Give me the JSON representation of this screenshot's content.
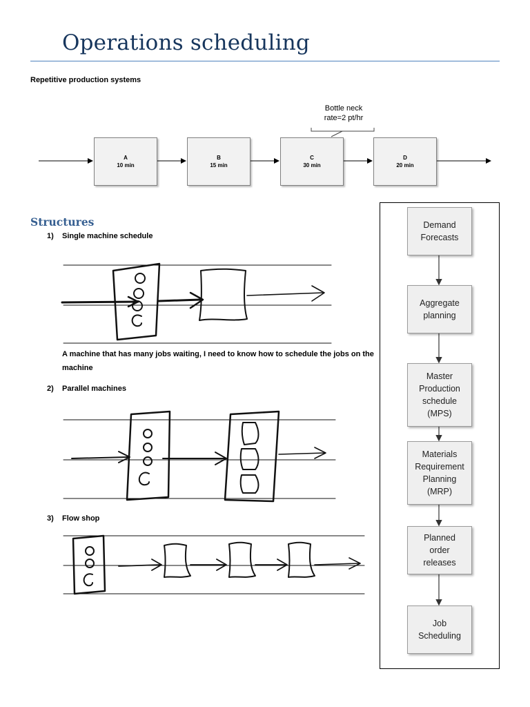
{
  "title": "Operations scheduling",
  "subtitle": "Repetitive production systems",
  "bottleneck": {
    "line1": "Bottle neck",
    "line2": "rate=2 pt/hr"
  },
  "process_boxes": [
    {
      "label": "A",
      "time": "10 min"
    },
    {
      "label": "B",
      "time": "15 min"
    },
    {
      "label": "C",
      "time": "30 min"
    },
    {
      "label": "D",
      "time": "20 min"
    }
  ],
  "structures": {
    "heading": "Structures",
    "items": [
      {
        "num": "1)",
        "label": "Single machine schedule"
      },
      {
        "num": "2)",
        "label": "Parallel machines"
      },
      {
        "num": "3)",
        "label": "Flow shop"
      }
    ],
    "single_machine_note": "A machine that has many jobs waiting, I need to know how to schedule the jobs on the machine"
  },
  "flowchart": {
    "steps": [
      "Demand\nForecasts",
      "Aggregate\nplanning",
      "Master\nProduction\nschedule\n(MPS)",
      "Materials\nRequirement\nPlanning\n(MRP)",
      "Planned\norder\nreleases",
      "Job\nScheduling"
    ]
  }
}
